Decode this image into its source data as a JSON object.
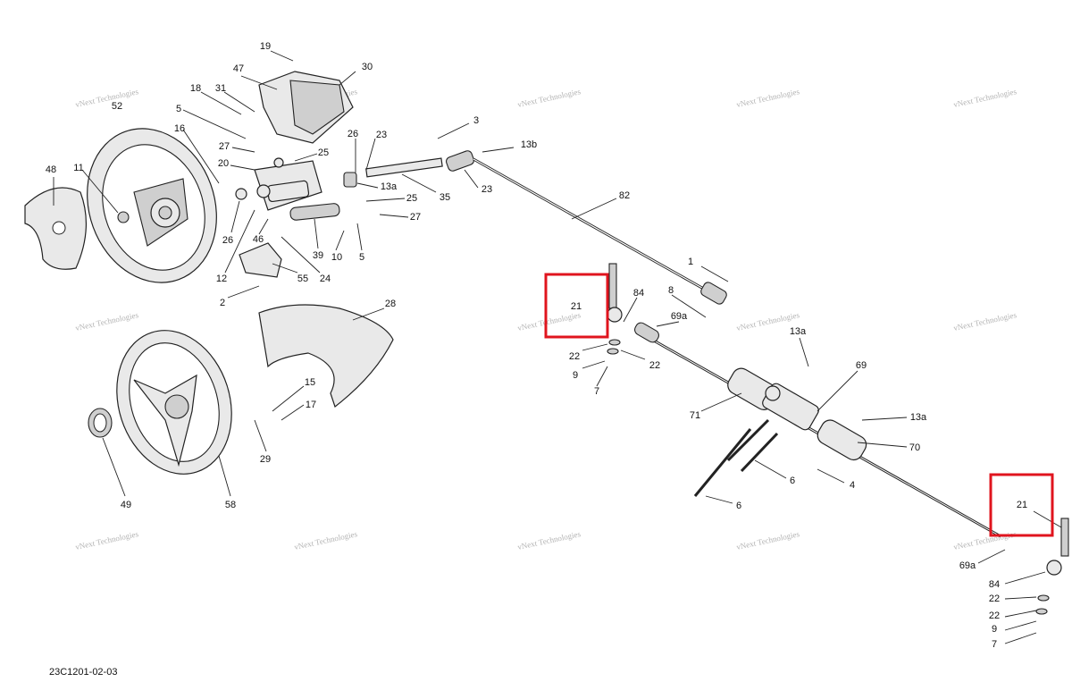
{
  "diagram": {
    "drawing_code": "23C1201-02-03",
    "watermark_lines": [
      "vNext Technologies",
      "Technologies"
    ],
    "highlight_color": "#e0141e",
    "highlighted_part": "21",
    "callouts": {
      "c19": "19",
      "c47": "47",
      "c30": "30",
      "c18": "18",
      "c31": "31",
      "c52": "52",
      "c5a": "5",
      "c16": "16",
      "c27a": "27",
      "c26a": "26",
      "c23a": "23",
      "c3": "3",
      "c13b": "13b",
      "c25a": "25",
      "c20": "20",
      "c48": "48",
      "c11": "11",
      "c13a1": "13a",
      "c25b": "25",
      "c23b": "23",
      "c35": "35",
      "c27b": "27",
      "c26b": "26",
      "c46": "46",
      "c39": "39",
      "c10": "10",
      "c5b": "5",
      "c82": "82",
      "c12": "12",
      "c55": "55",
      "c24": "24",
      "c2": "2",
      "c1": "1",
      "c8": "8",
      "c69a1": "69a",
      "c84a": "84",
      "c21a": "21",
      "c28": "28",
      "c13a2": "13a",
      "c22a": "22",
      "c22b": "22",
      "c9a": "9",
      "c7a": "7",
      "c69": "69",
      "c15": "15",
      "c17": "17",
      "c71": "71",
      "c13a3": "13a",
      "c70": "70",
      "c49": "49",
      "c29": "29",
      "c6a": "6",
      "c4": "4",
      "c6b": "6",
      "c58": "58",
      "c21b": "21",
      "c69a2": "69a",
      "c84b": "84",
      "c22c": "22",
      "c22d": "22",
      "c9b": "9",
      "c7b": "7"
    }
  }
}
